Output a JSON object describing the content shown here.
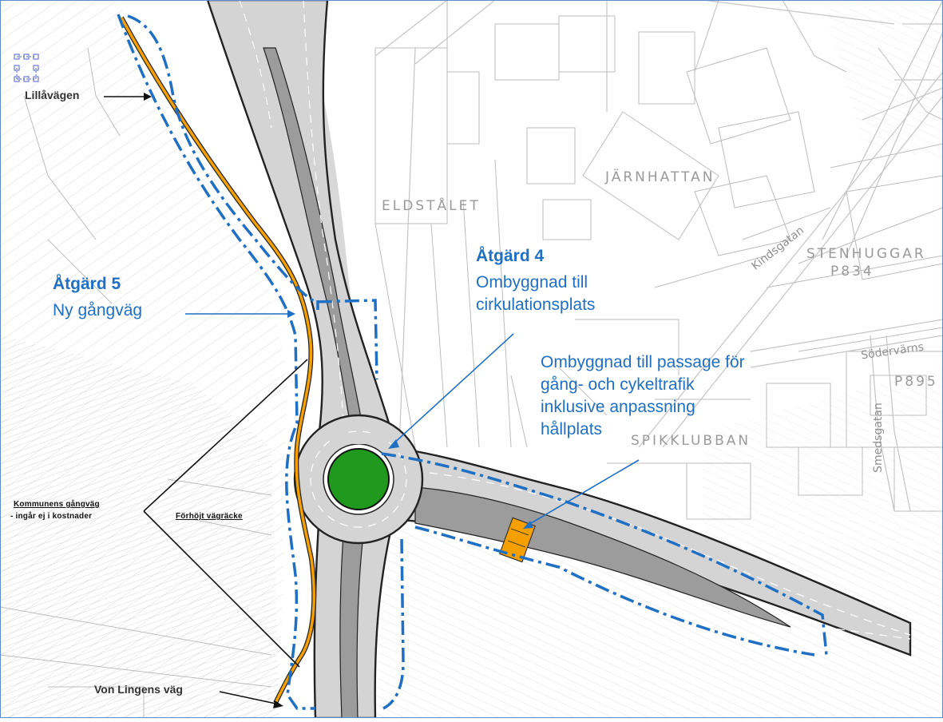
{
  "labels": {
    "lillavagen": "Lillåvägen",
    "atgard5_title": "Åtgärd 5",
    "atgard5_desc": "Ny gångväg",
    "atgard4_title": "Åtgärd 4",
    "atgard4_desc_line1": "Ombyggnad till",
    "atgard4_desc_line2": "cirkulationsplats",
    "passage_line1": "Ombyggnad till passage för",
    "passage_line2": "gång- och cykeltrafik",
    "passage_line3": "inklusive  anpassning",
    "passage_line4": "hållplats",
    "kommunens_line1": "Kommunens gångväg",
    "kommunens_line2": "- ingår ej i kostnader",
    "forhojt": "Förhöjt vägräcke",
    "vonlingens": "Von Lingens väg"
  },
  "map_labels": {
    "eldstalet": "ELDSTÅLET",
    "jarnhattan": "JÄRNHATTAN",
    "spikklubban": "SPIKKLUBBAN",
    "stenhuggar": "STENHUGGAR",
    "p834": "P834",
    "p895": "P895",
    "kindsgatan": "Kindsgatan",
    "sodervarns": "Södervärns",
    "smedsgatan": "Smedsgatan"
  },
  "colors": {
    "annotation_blue": "#1f6fc3",
    "boundary_blue": "#1f6fc3",
    "walkway_orange": "#f5a000",
    "roundabout_green": "#1f9a1f",
    "road_fill": "#d4d4d4",
    "median_fill": "#9c9c9c",
    "map_line": "#bdbdbd"
  }
}
